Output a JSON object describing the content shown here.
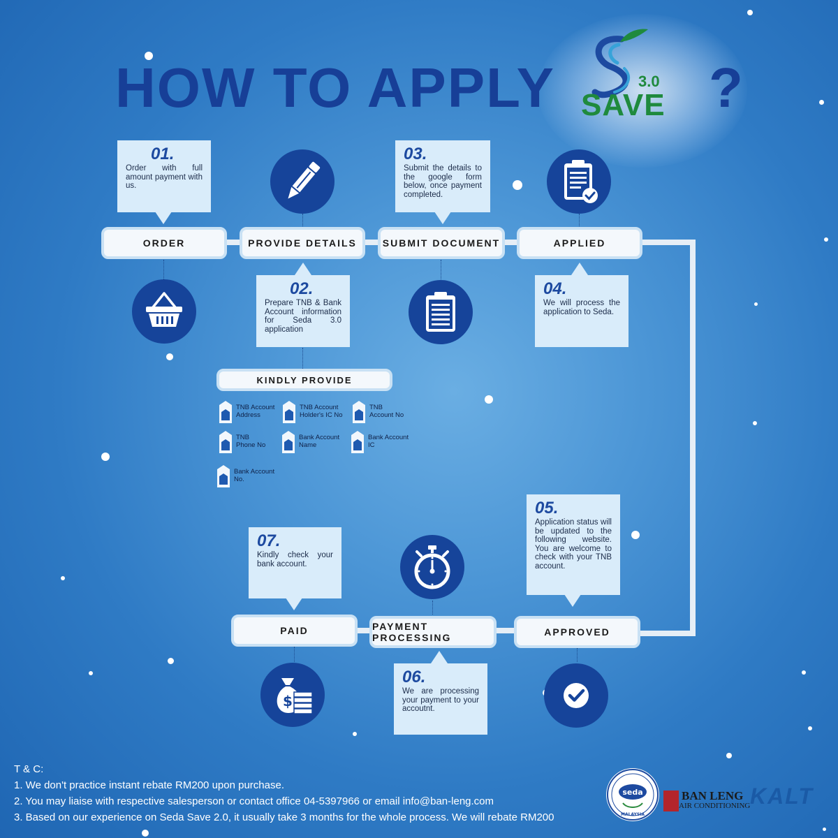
{
  "title": {
    "text": "HOW TO APPLY",
    "question_mark": "?"
  },
  "logo": {
    "brand": "SAVE",
    "version": "3.0",
    "brand_color": "#1f8a3d"
  },
  "colors": {
    "title": "#173f97",
    "accent": "#16449a",
    "note_bg": "#d9ecfa",
    "background": "#2f7bc5"
  },
  "stages": {
    "order": "ORDER",
    "provide_details": "PROVIDE DETAILS",
    "submit_document": "SUBMIT DOCUMENT",
    "applied": "APPLIED",
    "paid": "PAID",
    "payment_processing": "PAYMENT PROCESSING",
    "approved": "APPROVED"
  },
  "steps": {
    "s01": {
      "num": "01.",
      "text": "Order with full amount payment with us."
    },
    "s02": {
      "num": "02.",
      "text": "Prepare TNB & Bank Account information for Seda 3.0 application"
    },
    "s03": {
      "num": "03.",
      "text": "Submit the details to the google form below, once payment completed."
    },
    "s04": {
      "num": "04.",
      "text": "We will process the application to Seda."
    },
    "s05": {
      "num": "05.",
      "text": "Application status will be updated to the following website. You are welcome to check with your TNB account."
    },
    "s06": {
      "num": "06.",
      "text": "We are processing your payment to your accoutnt."
    },
    "s07": {
      "num": "07.",
      "text": "Kindly check your bank account."
    }
  },
  "icons": {
    "order": "basket-icon",
    "provide_details": "pencil-icon",
    "submit_document": "clipboard-icon",
    "applied": "clipboard-check-icon",
    "paid": "money-bag-icon",
    "payment_processing": "stopwatch-icon",
    "approved": "checkmark-icon"
  },
  "kindly_provide": {
    "heading": "KINDLY PROVIDE",
    "items": [
      [
        "TNB Account",
        "Address"
      ],
      [
        "TNB Account",
        "Holder's IC No"
      ],
      [
        "TNB",
        "Account No"
      ],
      [
        "TNB",
        "Phone No"
      ],
      [
        "Bank Account",
        "Name"
      ],
      [
        "Bank Account",
        "IC"
      ],
      [
        "Bank Account",
        "No."
      ]
    ]
  },
  "tnc": {
    "heading": "T & C:",
    "lines": [
      "1. We don't practice instant rebate RM200 upon purchase.",
      "2. You may liaise with respective salesperson or contact office 04-5397966 or email info@ban-leng.com",
      "3. Based on our experience on Seda Save 2.0, it usually take 3 months for the whole process. We will rebate RM200"
    ]
  },
  "partners": {
    "seda": {
      "short": "seda",
      "ring": "Sustainable Energy Development Authority",
      "country": "MALAYSIA"
    },
    "banleng": {
      "line1": "BAN LENG",
      "line2": "AIR CONDITIONING"
    },
    "kalt": "KALT"
  }
}
